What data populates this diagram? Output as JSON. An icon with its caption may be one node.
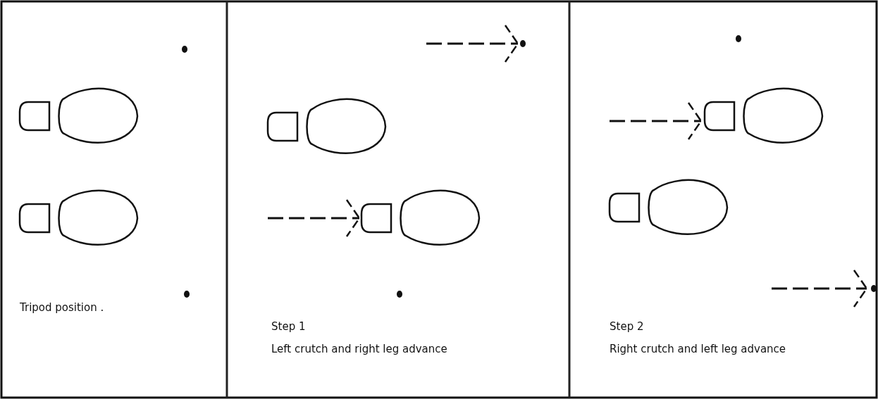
{
  "diagram": {
    "labels": [
      "Tripod position .",
      "Step 1",
      "Left crutch and right leg advance",
      "Step 2",
      "Right crutch and left leg advance"
    ]
  }
}
